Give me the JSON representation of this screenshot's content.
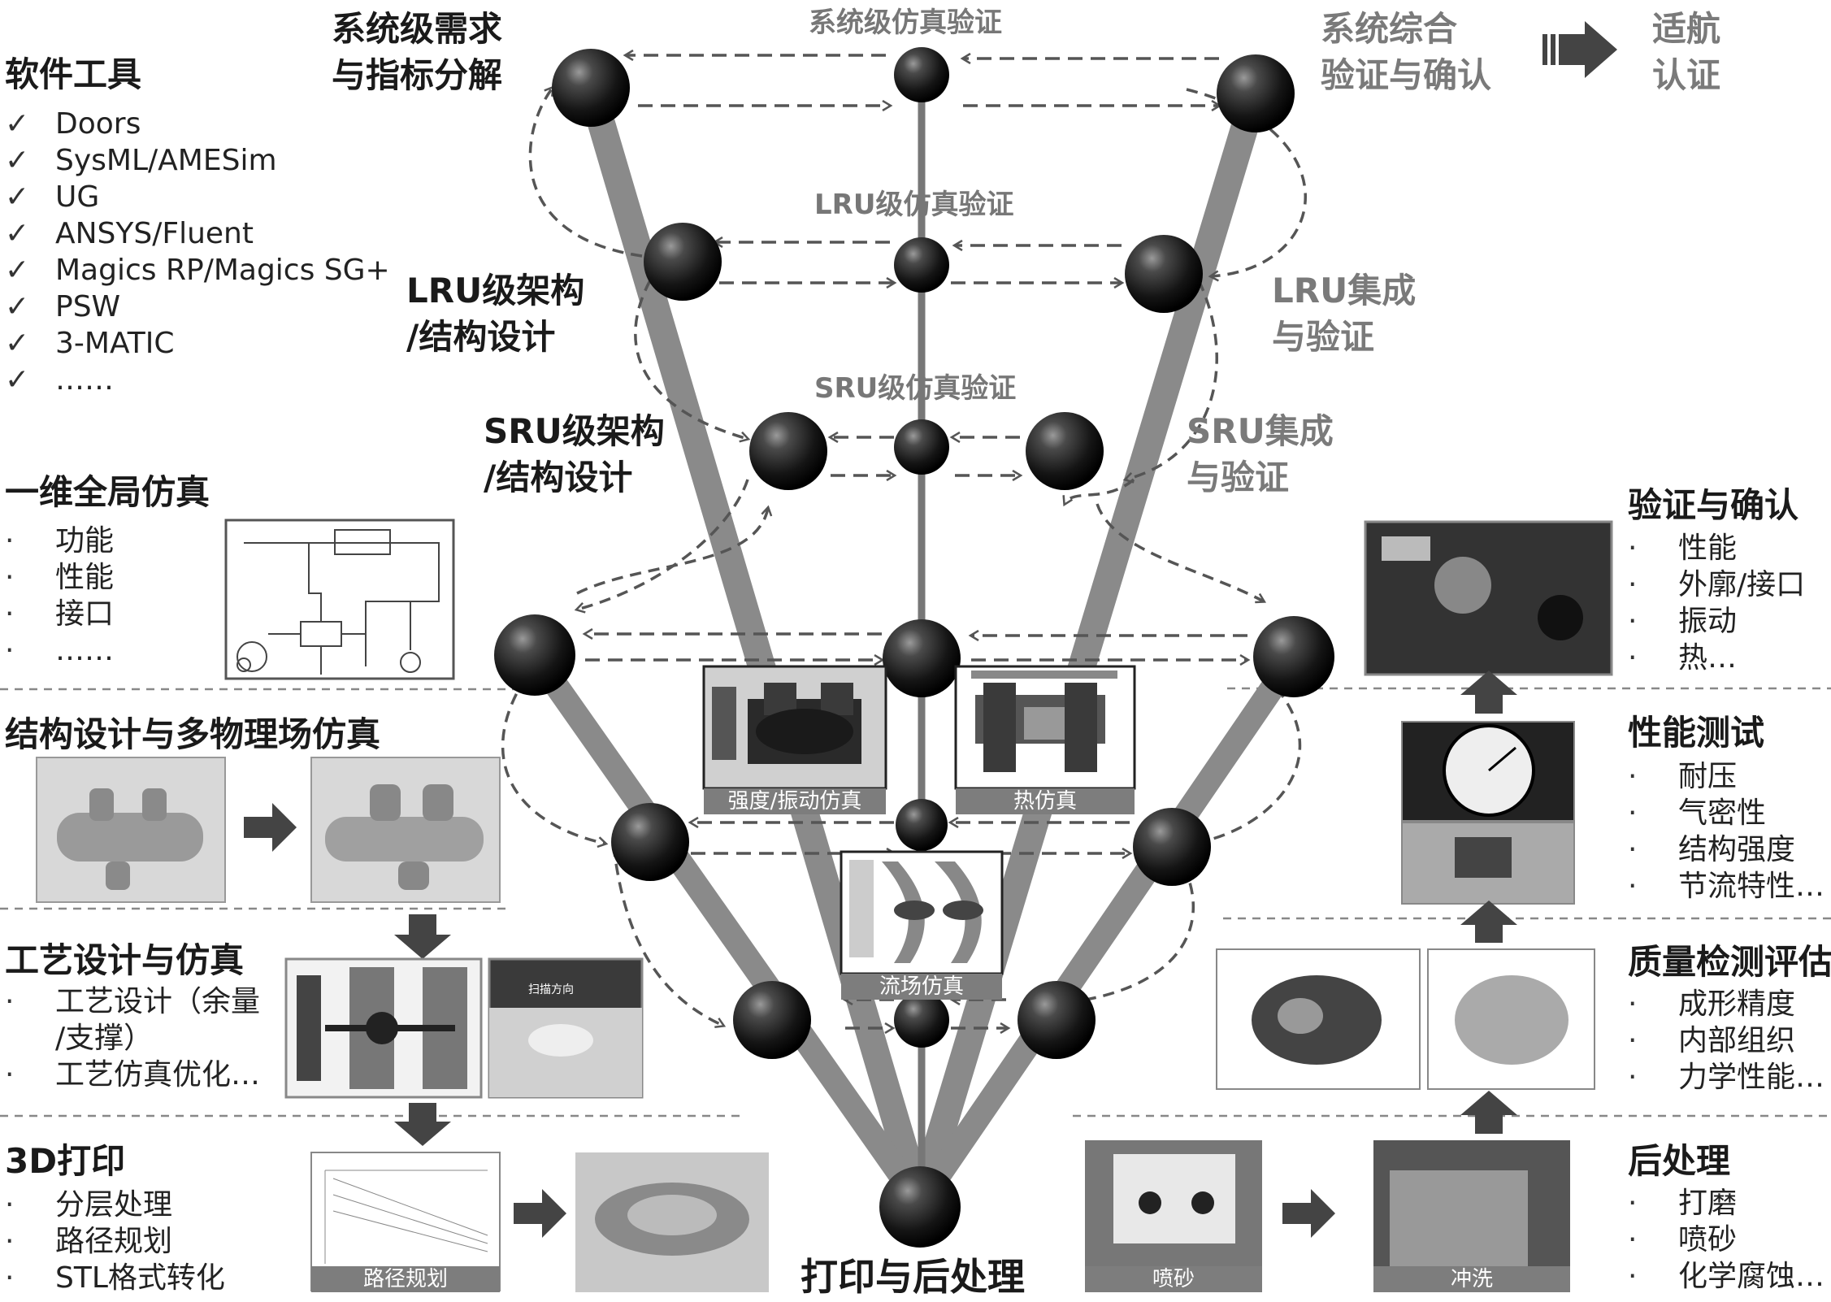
{
  "left": {
    "software": {
      "title": "软件工具",
      "items": [
        "Doors",
        "SysML/AMESim",
        "UG",
        "ANSYS/Fluent",
        "Magics RP/Magics SG+",
        "PSW",
        "3-MATIC",
        "……"
      ]
    },
    "sim1d": {
      "title": "一维全局仿真",
      "items": [
        "功能",
        "性能",
        "接口",
        "……"
      ]
    },
    "struct": {
      "title": "结构设计与多物理场仿真"
    },
    "process": {
      "title": "工艺设计与仿真",
      "items": [
        "工艺设计（余量",
        "/支撑）",
        "工艺仿真优化…"
      ]
    },
    "print3d": {
      "title": "3D打印",
      "items": [
        "分层处理",
        "路径规划",
        "STL格式转化"
      ]
    }
  },
  "v": {
    "sys_req": [
      "系统级需求",
      "与指标分解"
    ],
    "sys_sim": "系统级仿真验证",
    "sys_verify": [
      "系统综合",
      "验证与确认"
    ],
    "airworthiness": [
      "适航",
      "认证"
    ],
    "lru_sim": "LRU级仿真验证",
    "lru_design": [
      "LRU级架构",
      "/结构设计"
    ],
    "lru_integ": [
      "LRU集成",
      "与验证"
    ],
    "sru_sim": "SRU级仿真验证",
    "sru_design": [
      "SRU级架构",
      "/结构设计"
    ],
    "sru_integ": [
      "SRU集成",
      "与验证"
    ],
    "bottom": "打印与后处理"
  },
  "captions": {
    "strength": "强度/振动仿真",
    "thermal": "热仿真",
    "flow": "流场仿真",
    "path": "路径规划",
    "sandblast": "喷砂",
    "wash": "冲洗",
    "scan_dir": "扫描方向"
  },
  "right": {
    "vv": {
      "title": "验证与确认",
      "items": [
        "性能",
        "外廓/接口",
        "振动",
        "热…"
      ]
    },
    "perf": {
      "title": "性能测试",
      "items": [
        "耐压",
        "气密性",
        "结构强度",
        "节流特性…"
      ]
    },
    "quality": {
      "title": "质量检测评估",
      "items": [
        "成形精度",
        "内部组织",
        "力学性能…"
      ]
    },
    "post": {
      "title": "后处理",
      "items": [
        "打磨",
        "喷砂",
        "化学腐蚀…"
      ]
    }
  },
  "colors": {
    "branch": "#8a8a8a",
    "node": "#111111",
    "arrow": "#555555",
    "grey_text": "#777777"
  }
}
